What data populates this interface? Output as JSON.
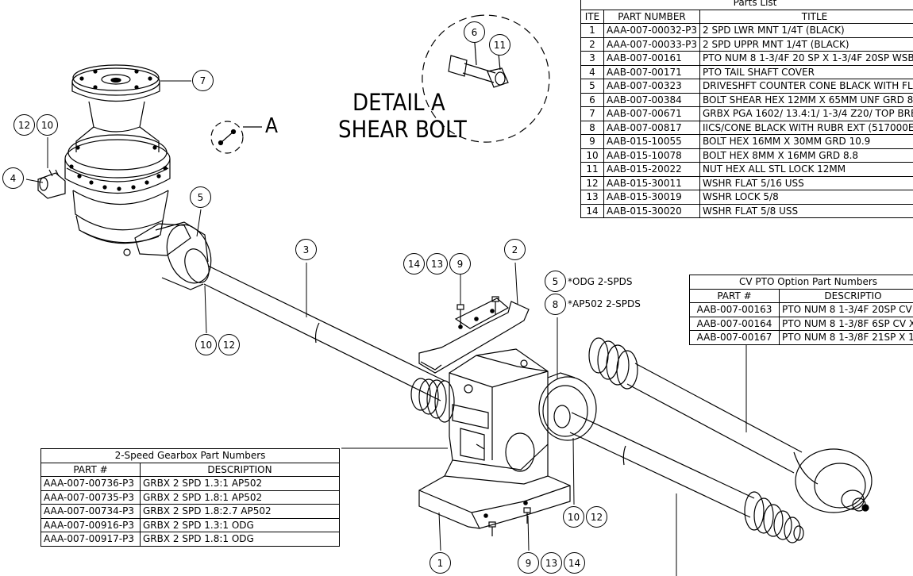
{
  "detail": {
    "title_line1": "DETAIL  A",
    "title_line2": "SHEAR BOLT",
    "view_label": "A"
  },
  "notes": {
    "odg": "*ODG 2-SPDS",
    "ap502": "*AP502 2-SPDS"
  },
  "balloons": [
    "1",
    "2",
    "3",
    "4",
    "5",
    "6",
    "7",
    "8",
    "9",
    "10",
    "11",
    "12",
    "13",
    "14"
  ],
  "parts_list": {
    "caption": "Parts List",
    "headers": [
      "ITE",
      "PART NUMBER",
      "TITLE"
    ],
    "rows": [
      [
        "1",
        "AAA-007-00032-P3",
        "2 SPD LWR MNT 1/4T (BLACK)"
      ],
      [
        "2",
        "AAA-007-00033-P3",
        "2 SPD UPPR MNT 1/4T (BLACK)"
      ],
      [
        "3",
        "AAB-007-00161",
        "PTO NUM 8 1-3/4F 20 SP X 1-3/4F 20SP WSB"
      ],
      [
        "4",
        "AAB-007-00171",
        "PTO TAIL SHAFT COVER"
      ],
      [
        "5",
        "AAB-007-00323",
        "DRIVESHFT COUNTER CONE BLACK WITH FL"
      ],
      [
        "6",
        "AAB-007-00384",
        "BOLT SHEAR HEX 12MM X 65MM UNF GRD 8."
      ],
      [
        "7",
        "AAB-007-00671",
        "GRBX PGA 1602/ 13.4:1/ 1-3/4 Z20/ TOP BRE"
      ],
      [
        "8",
        "AAB-007-00817",
        "IICS/CONE BLACK WITH RUBR EXT (517000E"
      ],
      [
        "9",
        "AAB-015-10055",
        "BOLT HEX 16MM X 30MM GRD 10.9"
      ],
      [
        "10",
        "AAB-015-10078",
        "BOLT HEX 8MM X 16MM GRD 8.8"
      ],
      [
        "11",
        "AAB-015-20022",
        "NUT HEX ALL STL LOCK 12MM"
      ],
      [
        "12",
        "AAB-015-30011",
        "WSHR FLAT 5/16 USS"
      ],
      [
        "13",
        "AAB-015-30019",
        "WSHR LOCK 5/8"
      ],
      [
        "14",
        "AAB-015-30020",
        "WSHR FLAT 5/8 USS"
      ]
    ]
  },
  "cv_table": {
    "caption": "CV PTO Option Part Numbers",
    "headers": [
      "PART #",
      "DESCRIPTIO"
    ],
    "rows": [
      [
        "AAB-007-00163",
        "PTO NUM 8 1-3/4F 20SP CV X"
      ],
      [
        "AAB-007-00164",
        "PTO NUM 8 1-3/8F 6SP CV X"
      ],
      [
        "AAB-007-00167",
        "PTO NUM 8 1-3/8F 21SP X 1"
      ]
    ]
  },
  "gearbox_table": {
    "caption": "2-Speed Gearbox Part Numbers",
    "headers": [
      "PART #",
      "DESCRIPTION"
    ],
    "rows": [
      [
        "AAA-007-00736-P3",
        "GRBX 2 SPD 1.3:1 AP502"
      ],
      [
        "AAA-007-00735-P3",
        "GRBX 2 SPD 1.8:1 AP502"
      ],
      [
        "AAA-007-00734-P3",
        "GRBX 2 SPD 1.8:2.7 AP502"
      ],
      [
        "AAA-007-00916-P3",
        "GRBX 2 SPD 1.3:1 ODG"
      ],
      [
        "AAA-007-00917-P3",
        "GRBX 2 SPD 1.8:1 ODG"
      ]
    ]
  }
}
